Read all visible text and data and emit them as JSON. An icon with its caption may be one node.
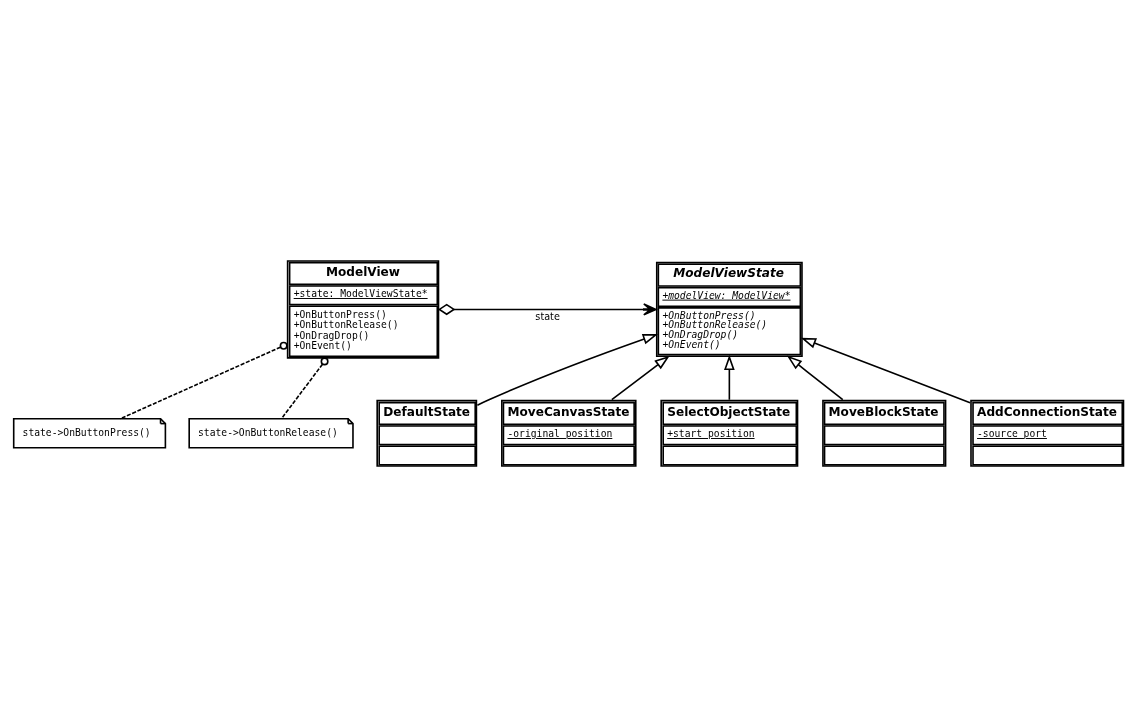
{
  "diagram": {
    "nodes": [
      {
        "text": [
          "ModelView",
          "+state: ModelViewState*",
          "+OnButtonPress()",
          "+OnButtonRelease()",
          "+OnDragDrop()",
          "+OnEvent()"
        ]
      },
      {
        "text": [
          "ModelViewState",
          "+modelView: ModelView*",
          "+OnButtonPress()",
          "+OnButtonRelease()",
          "+OnDragDrop()",
          "+OnEvent()"
        ]
      },
      {
        "text": [
          "state->OnButtonPress()"
        ]
      },
      {
        "text": [
          "state->OnButtonRelease()"
        ]
      },
      {
        "text": [
          "DefaultState"
        ]
      },
      {
        "text": [
          "MoveCanvasState",
          "-original position"
        ]
      },
      {
        "text": [
          "SelectObjectState",
          "+start position"
        ]
      },
      {
        "text": [
          "MoveBlockState"
        ]
      },
      {
        "text": [
          "AddConnectionState",
          "-source port"
        ]
      }
    ],
    "edges": [
      {
        "from": 0,
        "to": 1,
        "arrow": "to",
        "label": "state"
      },
      {
        "from": 0,
        "to": 2,
        "arrow": "other",
        "style": "dashed"
      },
      {
        "from": 0,
        "to": 3,
        "arrow": "other",
        "style": "dashed"
      },
      {
        "from": 4,
        "to": 1,
        "arrow": "to"
      },
      {
        "from": 5,
        "to": 1,
        "arrow": "to"
      },
      {
        "from": 6,
        "to": 1,
        "arrow": "to"
      },
      {
        "from": 7,
        "to": 1,
        "arrow": "to"
      },
      {
        "from": 8,
        "to": 1,
        "arrow": "to"
      }
    ]
  }
}
